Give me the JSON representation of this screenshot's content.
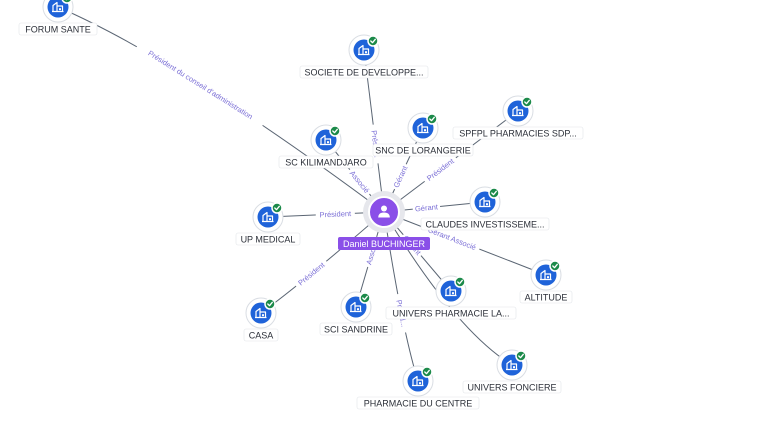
{
  "center": {
    "name": "Daniel BUCHINGER",
    "icon": "person-icon",
    "color": "#8a4fe8"
  },
  "company_icon": "building-icon",
  "verified_icon": "check-badge-icon",
  "colors": {
    "company": "#1f63d9",
    "verified": "#1c8a4a",
    "edge_label": "#7b6fd6"
  },
  "nodes": [
    {
      "id": "forum",
      "label": "FORUM SANTE",
      "verified": true
    },
    {
      "id": "societe",
      "label": "SOCIETE DE DEVELOPPE...",
      "verified": true
    },
    {
      "id": "spfpl",
      "label": "SPFPL PHARMACIES SDP...",
      "verified": true
    },
    {
      "id": "snc",
      "label": "SNC DE LORANGERIE",
      "verified": true
    },
    {
      "id": "kilimandjaro",
      "label": "SC KILIMANDJARO",
      "verified": true
    },
    {
      "id": "claudes",
      "label": "CLAUDES INVESTISSEME...",
      "verified": true
    },
    {
      "id": "upmedical",
      "label": "UP MEDICAL",
      "verified": true
    },
    {
      "id": "altitude",
      "label": "ALTITUDE",
      "verified": true
    },
    {
      "id": "casa",
      "label": "CASA",
      "verified": true
    },
    {
      "id": "sandrine",
      "label": "SCI SANDRINE",
      "verified": true
    },
    {
      "id": "univerla",
      "label": "UNIVERS PHARMACIE LA...",
      "verified": true
    },
    {
      "id": "fonciere",
      "label": "UNIVERS FONCIERE",
      "verified": true
    },
    {
      "id": "centre",
      "label": "PHARMACIE DU CENTRE",
      "verified": true
    }
  ],
  "edges": [
    {
      "to": "forum",
      "label": "Président du conseil d'administration"
    },
    {
      "to": "societe",
      "label": "Présid..."
    },
    {
      "to": "kilimandjaro",
      "label": "Associé"
    },
    {
      "to": "snc",
      "label": "Gérant"
    },
    {
      "to": "spfpl",
      "label": "Président"
    },
    {
      "to": "claudes",
      "label": "Gérant"
    },
    {
      "to": "upmedical",
      "label": "Président"
    },
    {
      "to": "altitude",
      "label": "Gérant Associé"
    },
    {
      "to": "casa",
      "label": "Président"
    },
    {
      "to": "sandrine",
      "label": "Associé"
    },
    {
      "to": "univerla",
      "label": "Gérant"
    },
    {
      "to": "fonciere",
      "label": ""
    },
    {
      "to": "centre",
      "label": "Présid..."
    }
  ]
}
